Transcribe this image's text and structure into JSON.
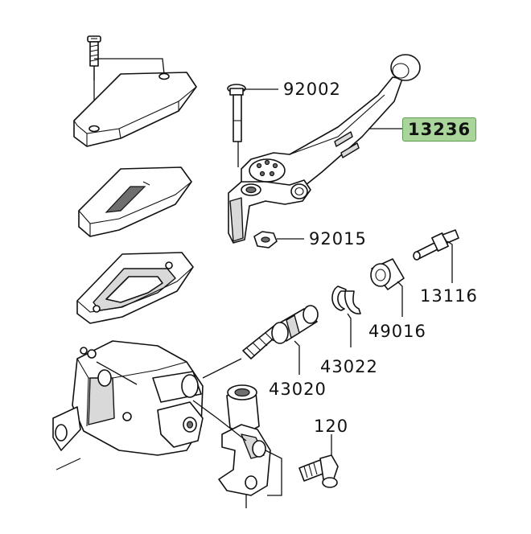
{
  "callouts": [
    {
      "id": "92002",
      "label": "92002",
      "highlighted": false
    },
    {
      "id": "13236",
      "label": "13236",
      "highlighted": true
    },
    {
      "id": "92015",
      "label": "92015",
      "highlighted": false
    },
    {
      "id": "13116",
      "label": "13116",
      "highlighted": false
    },
    {
      "id": "49016",
      "label": "49016",
      "highlighted": false
    },
    {
      "id": "43022",
      "label": "43022",
      "highlighted": false
    },
    {
      "id": "43020",
      "label": "43020",
      "highlighted": false
    },
    {
      "id": "120",
      "label": "120",
      "highlighted": false
    }
  ],
  "colors": {
    "highlight_fill": "#a9d49a",
    "highlight_border": "#5f9e50",
    "line": "#111111",
    "shade": "#d9d9d9"
  }
}
